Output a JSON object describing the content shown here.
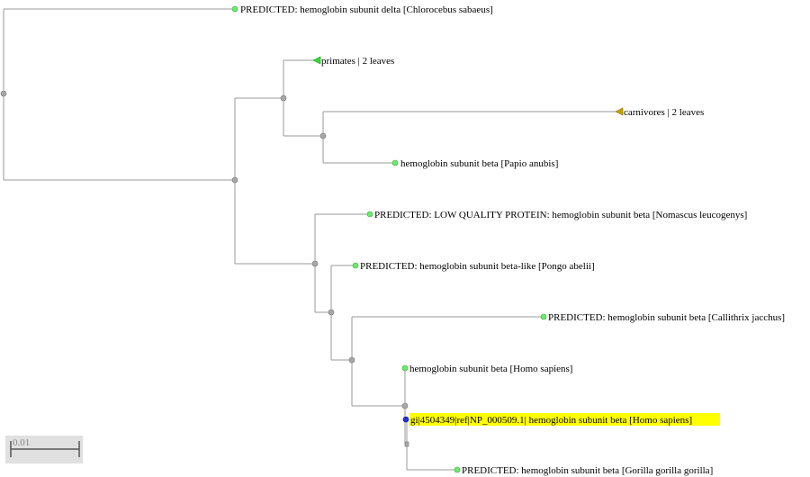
{
  "tree": {
    "leaves": [
      {
        "id": "chl_delta",
        "label": "PREDICTED: hemoglobin subunit delta [Chlorocebus sabaeus]",
        "kind": "leaf"
      },
      {
        "id": "primates",
        "label": "primates | 2 leaves",
        "kind": "collapsed",
        "color": "#33dd33"
      },
      {
        "id": "carnivores",
        "label": "carnivores | 2 leaves",
        "kind": "collapsed",
        "color": "#c8a000"
      },
      {
        "id": "papio",
        "label": "hemoglobin subunit beta [Papio anubis]",
        "kind": "leaf"
      },
      {
        "id": "nomascus",
        "label": "PREDICTED: LOW QUALITY PROTEIN: hemoglobin subunit beta [Nomascus leucogenys]",
        "kind": "leaf"
      },
      {
        "id": "pongo",
        "label": "PREDICTED: hemoglobin subunit beta-like [Pongo abelii]",
        "kind": "leaf"
      },
      {
        "id": "callithrix",
        "label": "PREDICTED: hemoglobin subunit beta [Callithrix jacchus]",
        "kind": "leaf"
      },
      {
        "id": "homo",
        "label": "hemoglobin subunit beta [Homo sapiens]",
        "kind": "leaf"
      },
      {
        "id": "query",
        "label": "gi|4504349|ref|NP_000509.1| hemoglobin subunit beta [Homo sapiens]",
        "kind": "query",
        "highlight_color": "#ffff00"
      },
      {
        "id": "gorilla",
        "label": "PREDICTED: hemoglobin subunit beta [Gorilla gorilla gorilla]",
        "kind": "leaf"
      }
    ],
    "colors": {
      "leaf_node": "#66ee66",
      "query_node": "#2233dd",
      "internal_node": "#999999",
      "branch": "#999999"
    }
  },
  "scale_bar": {
    "label": "0.01"
  }
}
